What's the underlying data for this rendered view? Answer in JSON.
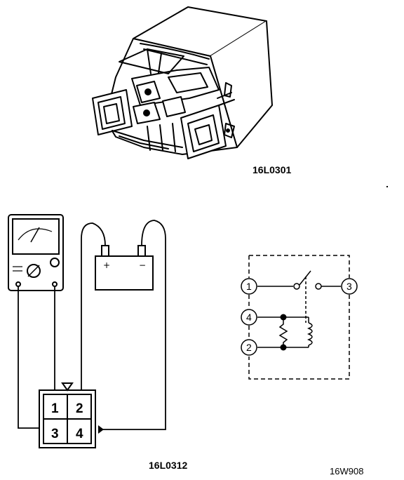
{
  "figures": {
    "relay_photo_caption": "16L0301",
    "test_setup_caption": "16L0312",
    "page_code": "16W908"
  },
  "battery": {
    "positive_symbol": "+",
    "negative_symbol": "−"
  },
  "connector": {
    "pins": [
      "1",
      "2",
      "3",
      "4"
    ]
  },
  "schematic": {
    "terminals": [
      "1",
      "4",
      "2",
      "3"
    ]
  }
}
